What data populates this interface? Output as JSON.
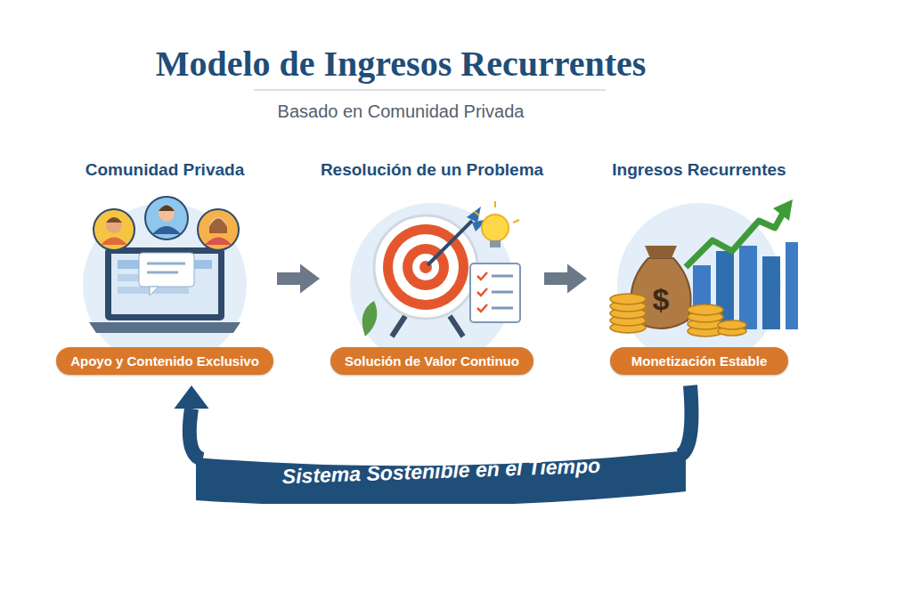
{
  "diagram": {
    "title": "Modelo de Ingresos Recurrentes",
    "nodes": [
      {
        "text": [
          "Comunidad Privada",
          "Apoyo y Contenido Exclusivo"
        ]
      },
      {
        "text": [
          "Resolución de un Problema",
          "Solución de Valor Continuo"
        ]
      },
      {
        "text": [
          "Ingresos Recurrentes",
          "Monetización Estable"
        ]
      },
      {
        "text": [
          "Sistema Sostenible en el Tiempo"
        ]
      }
    ],
    "edges": [
      {
        "from": 0,
        "to": 1,
        "arrow": "to"
      },
      {
        "from": 1,
        "to": 2,
        "arrow": "to"
      },
      {
        "from": 2,
        "to": 3,
        "arrow": "none"
      },
      {
        "from": 3,
        "to": 0,
        "arrow": "to"
      }
    ],
    "labels": [
      "Basado en Comunidad Privada"
    ]
  }
}
